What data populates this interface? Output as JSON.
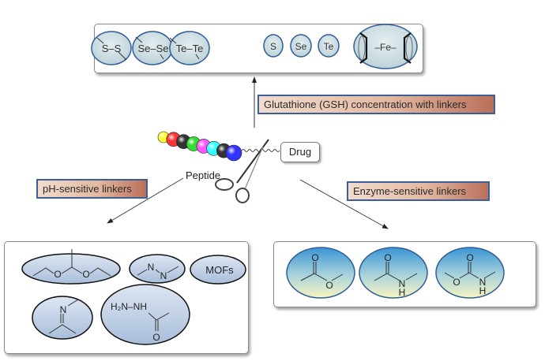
{
  "diagram": {
    "type": "peptide-drug conjugate cleavable linker schematic",
    "center": {
      "peptide_label": "Peptide",
      "drug_label": "Drug",
      "peptide_bead_colors": [
        "#ffff33",
        "#ff3333",
        "#333333",
        "#33dd33",
        "#ff55ff",
        "#33ffff",
        "#333333",
        "#3333ff"
      ]
    },
    "categories": {
      "gsh": {
        "label": "Glutathione (GSH) concentration with linkers",
        "structures": [
          "S–S",
          "Se–Se",
          "Te–Te",
          "S",
          "Se",
          "Te",
          "–Fe–"
        ],
        "structure_names": [
          "disulfide",
          "diselenide",
          "ditelluride",
          "thioether",
          "selenide",
          "telluride",
          "ferrocene"
        ]
      },
      "ph": {
        "label": "pH-sensitive linkers",
        "structures": [
          "acetal (O, O)",
          "azo (N=N)",
          "MOFs",
          "imine (N)",
          "hydrazide (H2N–NH, O)"
        ],
        "texts": {
          "acetal_o1": "O",
          "acetal_o2": "O",
          "azo_n1": "N",
          "azo_n2": "N",
          "mofs": "MOFs",
          "imine_n": "N",
          "hydrazide_h2n": "H₂N–NH",
          "hydrazide_o": "O"
        }
      },
      "enzyme": {
        "label": "Enzyme-sensitive linkers",
        "structures": [
          "ester",
          "amide",
          "carbamate"
        ],
        "texts": {
          "ester_o_top": "O",
          "ester_o_side": "O",
          "amide_o": "O",
          "amide_n": "N",
          "amide_h": "H",
          "carbamate_o_top": "O",
          "carbamate_o_side": "O",
          "carbamate_n": "N",
          "carbamate_h": "H"
        }
      }
    },
    "colors": {
      "label_border": "#3b5f9a",
      "gsh_oval_fill": "#cfe0e3",
      "gsh_oval_stroke": "#2f5d9a",
      "ph_oval_fill": "#c3d3e8",
      "enzyme_oval_top": "#3f9ad6",
      "enzyme_oval_bottom": "#f7f3c0"
    }
  }
}
